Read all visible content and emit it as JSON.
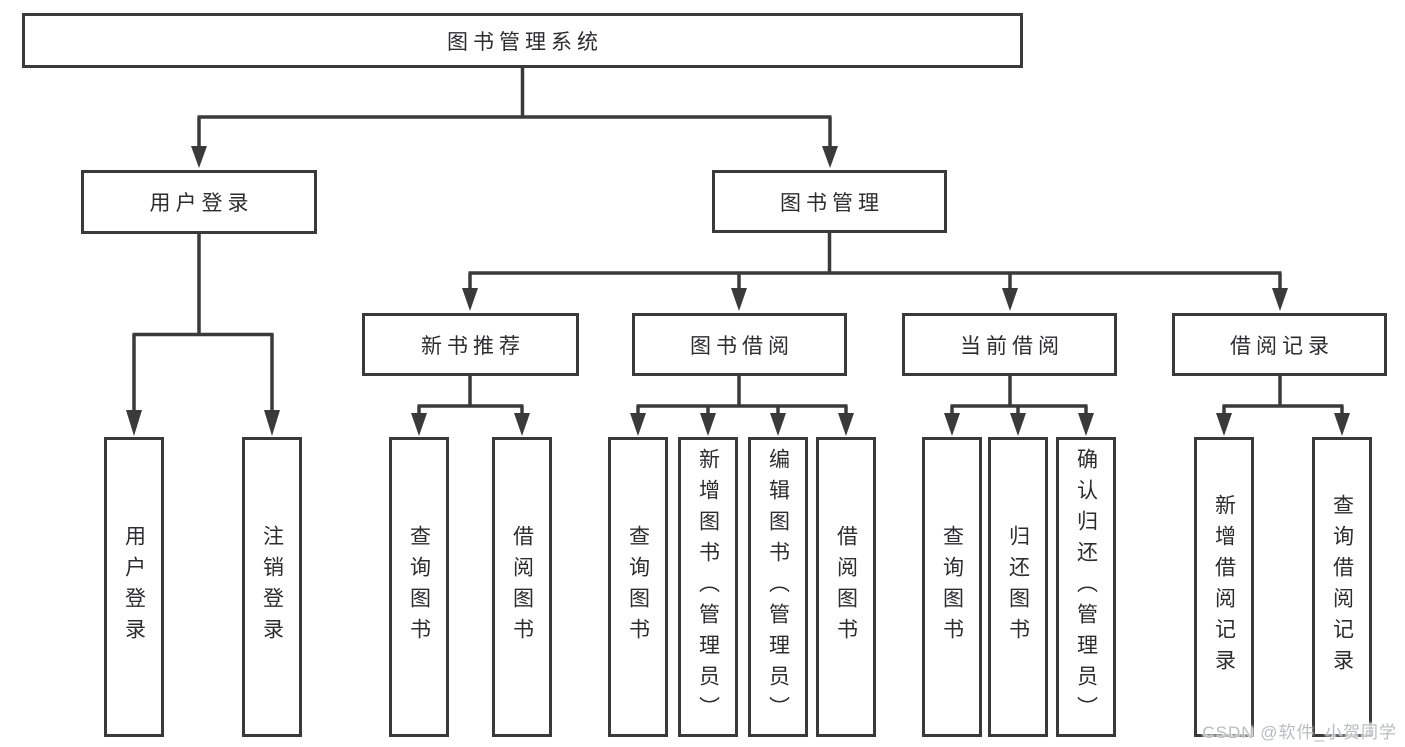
{
  "tree": {
    "root": {
      "label": "图书管理系统"
    },
    "children": [
      {
        "label": "用户登录",
        "children": [
          {
            "label": "用户登录"
          },
          {
            "label": "注销登录"
          }
        ]
      },
      {
        "label": "图书管理",
        "children": [
          {
            "label": "新书推荐",
            "children": [
              {
                "label": "查询图书"
              },
              {
                "label": "借阅图书"
              }
            ]
          },
          {
            "label": "图书借阅",
            "children": [
              {
                "label": "查询图书"
              },
              {
                "label": "新增图书（管理员）"
              },
              {
                "label": "编辑图书（管理员）"
              },
              {
                "label": "借阅图书"
              }
            ]
          },
          {
            "label": "当前借阅",
            "children": [
              {
                "label": "查询图书"
              },
              {
                "label": "归还图书"
              },
              {
                "label": "确认归还（管理员）"
              }
            ]
          },
          {
            "label": "借阅记录",
            "children": [
              {
                "label": "新增借阅记录"
              },
              {
                "label": "查询借阅记录"
              }
            ]
          }
        ]
      }
    ]
  },
  "watermark": {
    "text": "CSDN @软件_小贺同学"
  },
  "colors": {
    "line": "#3a3a3a",
    "node-text": "#2d2d2f",
    "node-bg": "#ffffff",
    "watermark-text": "#b9bcbf",
    "background": "#ffffff"
  }
}
